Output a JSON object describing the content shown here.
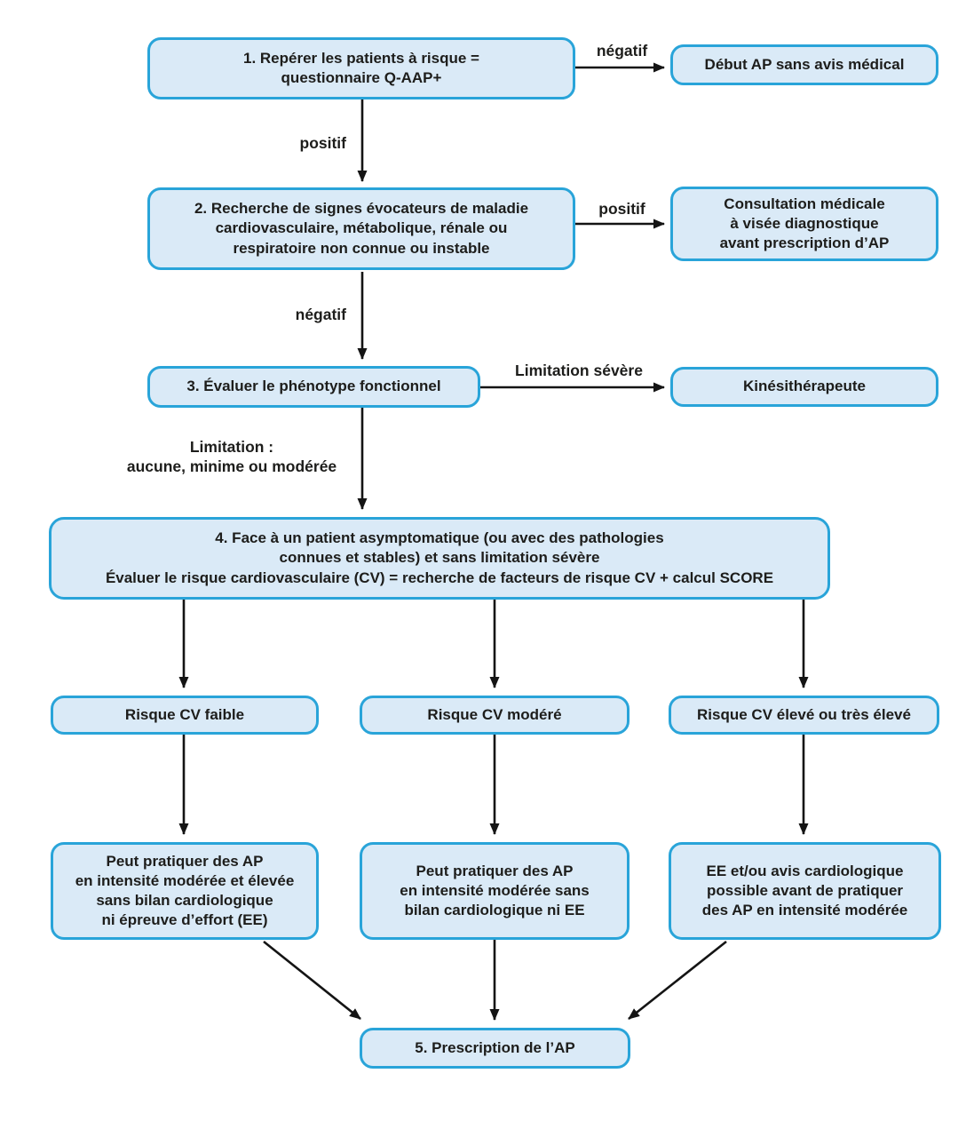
{
  "colors": {
    "box_fill": "#daeaf7",
    "box_border": "#29a4d9",
    "arrow": "#141414",
    "text": "#1d1d1b"
  },
  "nodes": {
    "step1": "1. Repérer les patients à risque =\nquestionnaire Q-AAP+",
    "debut_ap": "Début AP sans avis médical",
    "step2": "2. Recherche de signes évocateurs de maladie\ncardiovasculaire, métabolique, rénale ou\nrespiratoire non connue ou instable",
    "consultation": "Consultation médicale\nà visée diagnostique\navant prescription d’AP",
    "step3": "3. Évaluer le phénotype fonctionnel",
    "kinesitherapeute": "Kinésithérapeute",
    "step4": "4. Face à un patient asymptomatique (ou avec des pathologies\nconnues et stables) et sans limitation sévère\nÉvaluer le risque cardiovasculaire (CV) = recherche de facteurs de risque CV + calcul SCORE",
    "risque_faible": "Risque CV faible",
    "risque_modere": "Risque CV modéré",
    "risque_eleve": "Risque CV élevé ou très élevé",
    "ap_faible": "Peut pratiquer des AP\nen intensité modérée et élevée\nsans bilan cardiologique\nni épreuve d’effort (EE)",
    "ap_modere": "Peut pratiquer des AP\nen intensité modérée sans\nbilan cardiologique ni EE",
    "ap_eleve": "EE et/ou avis cardiologique\npossible avant de pratiquer\ndes AP en intensité modérée",
    "step5": "5. Prescription de l’AP"
  },
  "edge_labels": {
    "negatif_1": "négatif",
    "positif_1": "positif",
    "positif_2": "positif",
    "negatif_2": "négatif",
    "limitation_severe": "Limitation sévère",
    "limitation_autre": "Limitation :\naucune, minime ou modérée"
  }
}
